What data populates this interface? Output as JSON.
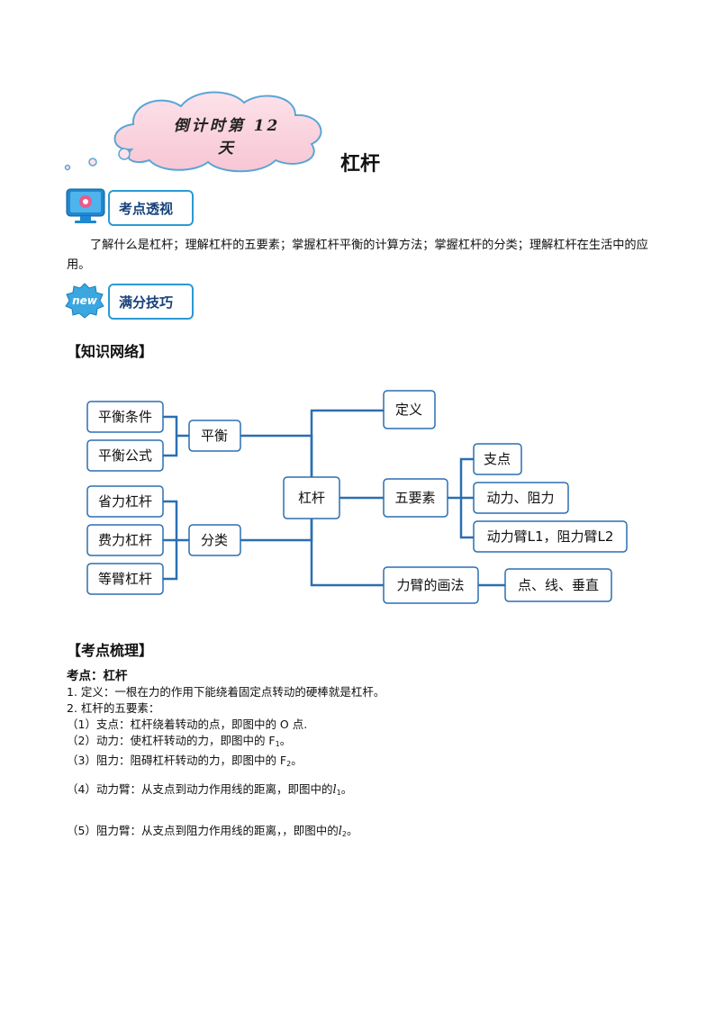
{
  "header": {
    "countdown": "倒计时第 12 天",
    "title": "杠杆"
  },
  "sections": {
    "kaodian_toushi": "考点透视",
    "manfen_jiqiao": "满分技巧",
    "new_badge": "new"
  },
  "intro": "了解什么是杠杆；理解杠杆的五要素；掌握杠杆平衡的计算方法；掌握杠杆的分类；理解杠杆在生活中的应用。",
  "knowledge_network": {
    "heading": "【知识网络】",
    "center": "杠杆",
    "left_groups": [
      {
        "label": "平衡",
        "children": [
          "平衡条件",
          "平衡公式"
        ]
      },
      {
        "label": "分类",
        "children": [
          "省力杠杆",
          "费力杠杆",
          "等臂杠杆"
        ]
      }
    ],
    "right_groups": [
      {
        "label": "定义",
        "children": []
      },
      {
        "label": "五要素",
        "children": [
          "支点",
          "动力、阻力",
          "动力臂L1，阻力臂L2"
        ]
      },
      {
        "label": "力臂的画法",
        "children": [
          "点、线、垂直"
        ]
      }
    ]
  },
  "review": {
    "heading": "【考点梳理】",
    "topic": "考点：杠杆",
    "line1": "1. 定义：一根在力的作用下能绕着固定点转动的硬棒就是杠杆。",
    "line2": "2. 杠杆的五要素：",
    "item1": "（1）支点：杠杆绕着转动的点，即图中的 O 点.",
    "item2_pre": "（2）动力：使杠杆转动的力，即图中的 F",
    "item2_sub": "1",
    "item2_post": "。",
    "item3_pre": "（3）阻力：阻碍杠杆转动的力，即图中的 F",
    "item3_sub": "2",
    "item3_post": "。",
    "item4_pre": "（4）动力臂：从支点到动力作用线的距离，即图中的",
    "item4_var": "l",
    "item4_sub": "1",
    "item4_post": "。",
    "item5_pre": "（5）阻力臂：从支点到阻力作用线的距离，，即图中的",
    "item5_var": "l",
    "item5_sub": "2",
    "item5_post": "。"
  }
}
